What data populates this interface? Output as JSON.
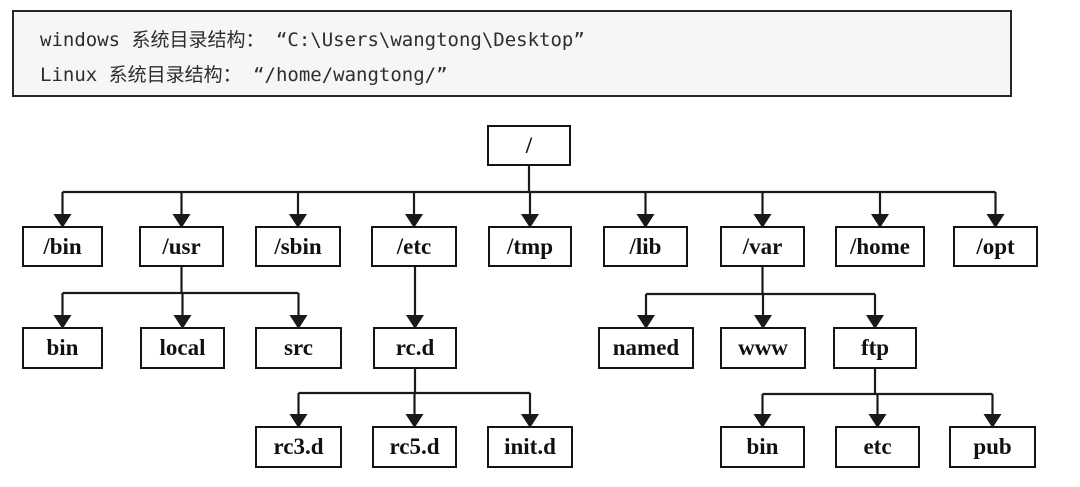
{
  "info_box": {
    "line1": "windows 系统目录结构： “C:\\Users\\wangtong\\Desktop”",
    "line2": "Linux 系统目录结构： “/home/wangtong/”"
  },
  "tree": {
    "description": "Linux root filesystem directory tree",
    "nodes": {
      "root": {
        "label": "/",
        "parent": null
      },
      "bin": {
        "label": "/bin",
        "parent": "/"
      },
      "usr": {
        "label": "/usr",
        "parent": "/"
      },
      "sbin": {
        "label": "/sbin",
        "parent": "/"
      },
      "etc": {
        "label": "/etc",
        "parent": "/"
      },
      "tmp": {
        "label": "/tmp",
        "parent": "/"
      },
      "lib": {
        "label": "/lib",
        "parent": "/"
      },
      "var": {
        "label": "/var",
        "parent": "/"
      },
      "home": {
        "label": "/home",
        "parent": "/"
      },
      "opt": {
        "label": "/opt",
        "parent": "/"
      },
      "usr_bin": {
        "label": "bin",
        "parent": "/usr"
      },
      "usr_local": {
        "label": "local",
        "parent": "/usr"
      },
      "usr_src": {
        "label": "src",
        "parent": "/usr"
      },
      "etc_rcd": {
        "label": "rc.d",
        "parent": "/etc"
      },
      "var_named": {
        "label": "named",
        "parent": "/var"
      },
      "var_www": {
        "label": "www",
        "parent": "/var"
      },
      "var_ftp": {
        "label": "ftp",
        "parent": "/var"
      },
      "rcd_rc3d": {
        "label": "rc3.d",
        "parent": "rc.d"
      },
      "rcd_rc5d": {
        "label": "rc5.d",
        "parent": "rc.d"
      },
      "rcd_initd": {
        "label": "init.d",
        "parent": "rc.d"
      },
      "ftp_bin": {
        "label": "bin",
        "parent": "ftp"
      },
      "ftp_etc": {
        "label": "etc",
        "parent": "ftp"
      },
      "ftp_pub": {
        "label": "pub",
        "parent": "ftp"
      }
    }
  },
  "colors": {
    "connector": "#1a1a1a",
    "box_border": "#141414",
    "info_box_bg": "#f6f6f6",
    "info_box_border": "#262626"
  }
}
